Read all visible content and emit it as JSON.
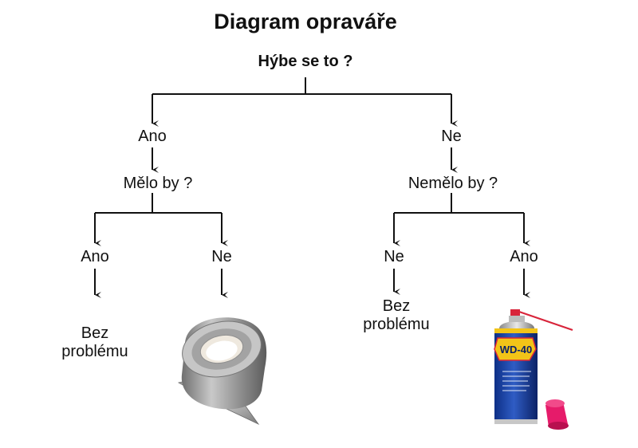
{
  "diagram": {
    "title": "Diagram opraváře",
    "root_question": "Hýbe se to ?",
    "left_branch": {
      "answer": "Ano",
      "question": "Mělo by ?",
      "yes": {
        "answer": "Ano",
        "result": "Bez\nproblému"
      },
      "no": {
        "answer": "Ne",
        "result_image": "duct-tape"
      }
    },
    "right_branch": {
      "answer": "Ne",
      "question": "Nemělo by ?",
      "no": {
        "answer": "Ne",
        "result": "Bez\nproblému"
      },
      "yes": {
        "answer": "Ano",
        "result_image": "wd-40-spray-can"
      }
    },
    "wd40_label": "WD-40"
  }
}
